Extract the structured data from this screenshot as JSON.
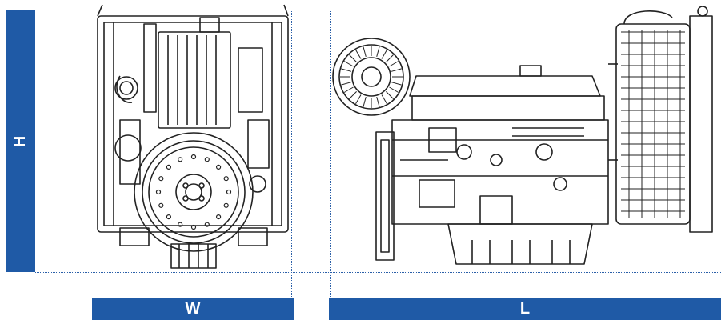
{
  "labels": {
    "height": "H",
    "width": "W",
    "length": "L"
  },
  "colors": {
    "accent": "#1f5aa6",
    "dimension_line": "#2a5fa8",
    "drawing": "#222222"
  },
  "views": [
    {
      "name": "front-view"
    },
    {
      "name": "side-view"
    }
  ]
}
